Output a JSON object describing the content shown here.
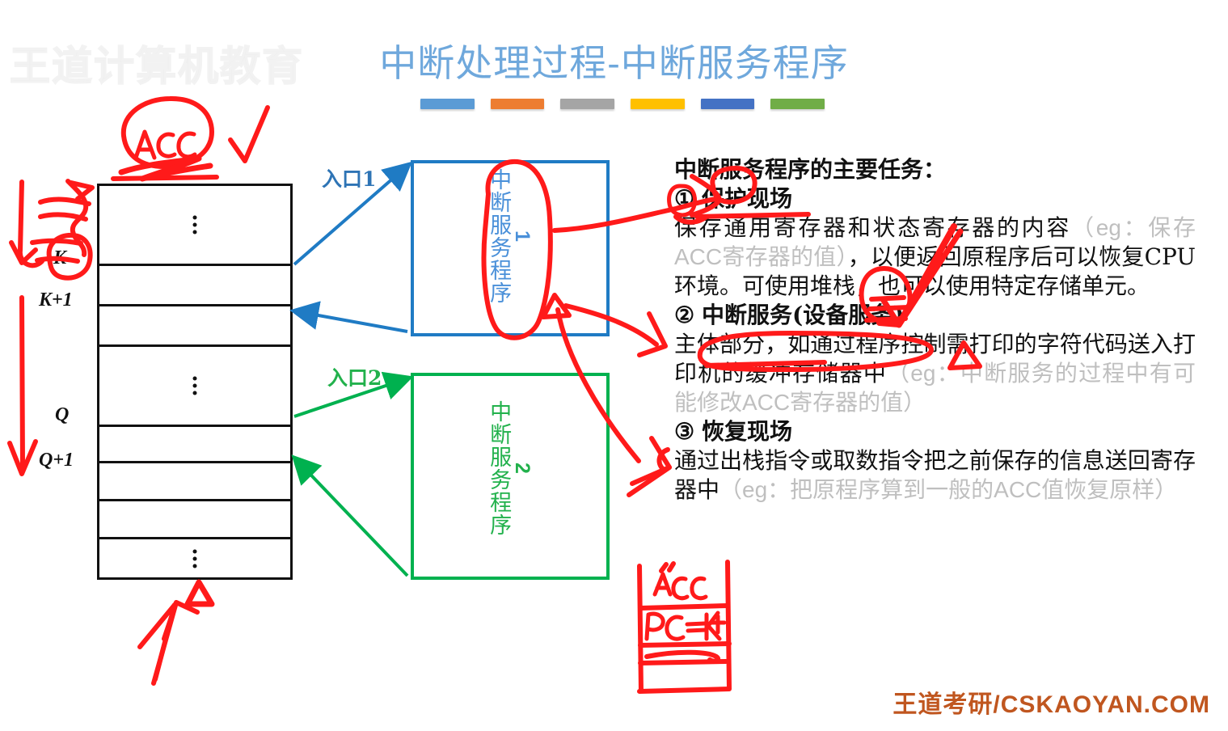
{
  "slide": {
    "watermark": "王道计算机教育",
    "title": "中断处理过程-中断服务程序",
    "brand": "王道考研/CSKAOYAN.COM",
    "title_bar_colors": [
      "#5B9BD5",
      "#ED7D31",
      "#A5A5A5",
      "#FFC000",
      "#4472C4",
      "#70AD47"
    ]
  },
  "memory": {
    "address_labels": [
      {
        "text": "K"
      },
      {
        "text": "K+1"
      },
      {
        "text": "Q"
      },
      {
        "text": "Q+1"
      }
    ],
    "dots": "⋮"
  },
  "routines": {
    "entry1_label": "入口1",
    "entry2_label": "入口2",
    "isr1_text": "中断服务程序",
    "isr1_num": "1",
    "isr1_color": "#4A90D9",
    "isr1_border": "#1F7BC4",
    "isr2_text": "中断服务程序",
    "isr2_num": "2",
    "isr2_color": "#22B14C",
    "isr2_border": "#00B14F"
  },
  "notes": {
    "heading": "中断服务程序的主要任务：",
    "items": [
      {
        "marker": "①",
        "title": "保护现场",
        "body_1": "保存通用寄存器和状态寄存器的内容",
        "body_gray_1": "（eg：保存ACC寄存器的值）",
        "body_2": "，以便返回原程序后可以恢复CPU环境。可使用堆栈，也可以使用特定存储单元。"
      },
      {
        "marker": "②",
        "title": "中断服务(设备服务)",
        "body_1": "主体部分，如通过程序控制需打印的字符代码送入打印机的缓冲存储器中",
        "body_gray_1": "（eg：中断服务的过程中有可能修改ACC寄存器的值）",
        "body_2": ""
      },
      {
        "marker": "③",
        "title": "恢复现场",
        "body_1": "通过出栈指令或取数指令把之前保存的信息送回寄存器中",
        "body_gray_1": "（eg：把原程序算到一般的ACC值恢复原样）",
        "body_2": ""
      }
    ]
  },
  "annotations": {
    "ink_color": "#FF1A1A",
    "acc_scribble": "ACC",
    "stack_cell_1": "ACC",
    "stack_cell_2": "PC=(K+1)",
    "check_mark": "✓"
  }
}
